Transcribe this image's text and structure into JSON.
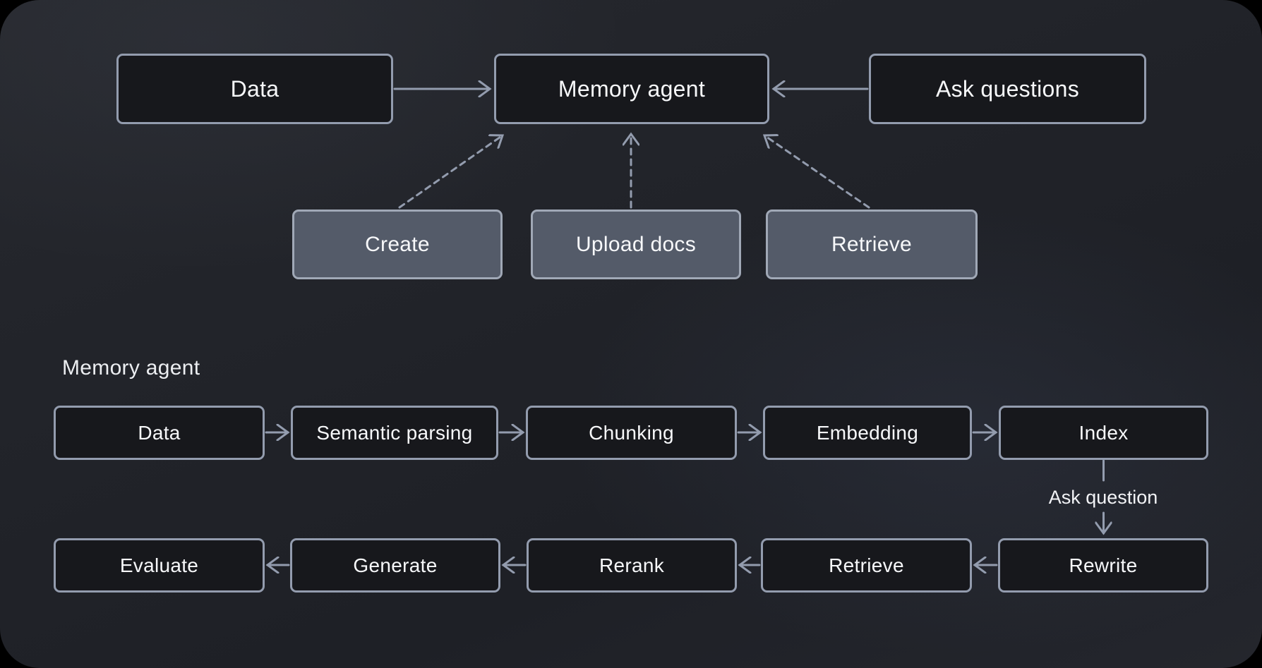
{
  "colors": {
    "outer_background": "#000000",
    "canvas_background": "#212329",
    "dark_node_fill": "#17181c",
    "action_node_fill": "#545b69",
    "border_and_arrows": "#939cae",
    "text": "#f7f8fa"
  },
  "overview": {
    "data": "Data",
    "memory_agent": "Memory agent",
    "ask_questions": "Ask questions",
    "create": "Create",
    "upload_docs": "Upload docs",
    "retrieve": "Retrieve"
  },
  "detail": {
    "heading": "Memory agent",
    "ingest_row": [
      "Data",
      "Semantic parsing",
      "Chunking",
      "Embedding",
      "Index"
    ],
    "connector_label": "Ask question",
    "answer_row": [
      "Evaluate",
      "Generate",
      "Rerank",
      "Retrieve",
      "Rewrite"
    ]
  }
}
